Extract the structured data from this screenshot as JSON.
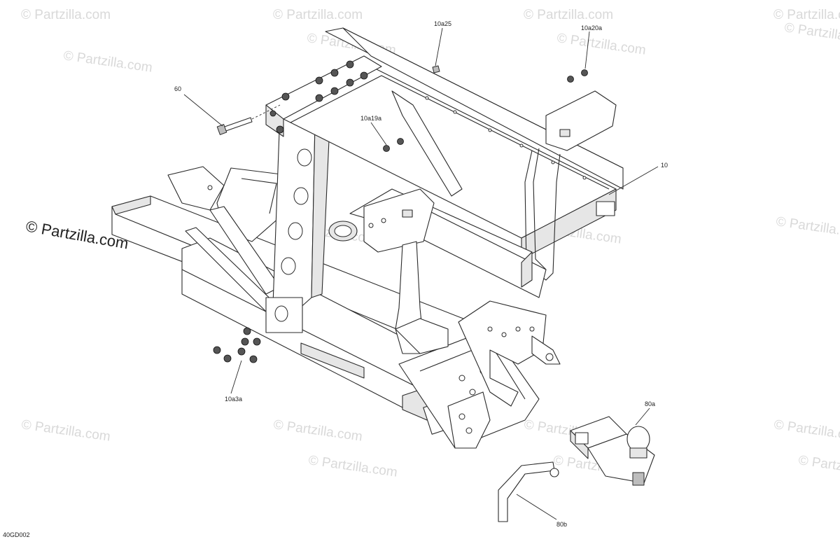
{
  "watermark": {
    "corner_text": "© Partzilla.com",
    "main_text": "© Partzilla.com"
  },
  "drawing_code": "40GD002",
  "callouts": {
    "c_10a25": "10a25",
    "c_10a20a": "10a20a",
    "c_60": "60",
    "c_10a19a": "10a19a",
    "c_10": "10",
    "c_10a3a": "10a3a",
    "c_80a": "80a",
    "c_80b": "80b"
  },
  "colors": {
    "background": "#ffffff",
    "line": "#2a2a2a",
    "watermark": "#d9d9d9"
  }
}
